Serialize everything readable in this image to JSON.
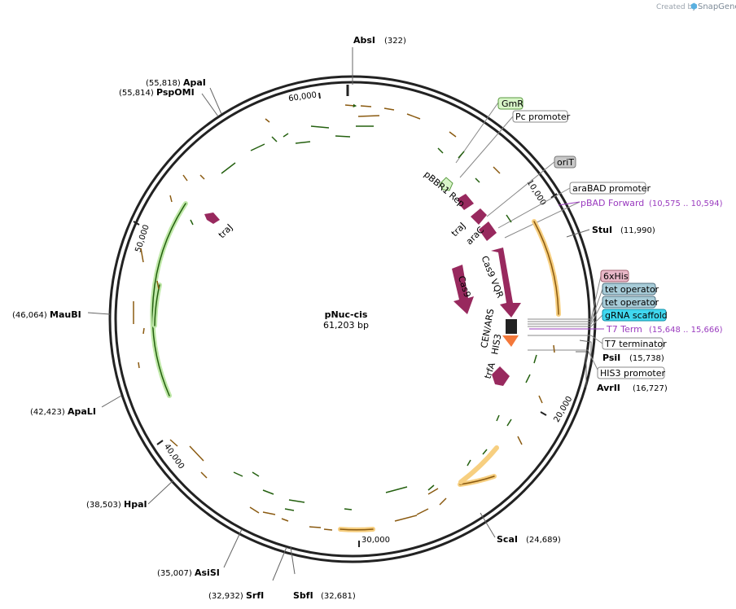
{
  "branding": {
    "created_by": "Created by",
    "product": "SnapGene"
  },
  "plasmid": {
    "name": "pNuc-cis",
    "length": "61,203 bp"
  },
  "colors": {
    "backbone": "#222222",
    "arrow_orange": "#f0a030",
    "arrow_orange_dark": "#8a5a10",
    "arrow_green": "#3da020",
    "arrow_green_dark": "#24600f",
    "feature_purple": "#98295e",
    "feature_orange": "#f4783a",
    "label_green": "#d8f5c8",
    "label_gray": "#c8c8c8",
    "label_pink": "#e8b8c8",
    "label_teal": "#a8ccd8",
    "label_cyan": "#40d8f0",
    "primer_purple": "#9a3bbf"
  },
  "scale_ticks": [
    {
      "text": "10,000"
    },
    {
      "text": "20,000"
    },
    {
      "text": "30,000"
    },
    {
      "text": "40,000"
    },
    {
      "text": "50,000"
    },
    {
      "text": "60,000"
    }
  ],
  "restriction_sites": [
    {
      "name": "AbsI",
      "position": "(322)"
    },
    {
      "name": "StuI",
      "position": "(11,990)"
    },
    {
      "name": "PsiI",
      "position": "(15,738)"
    },
    {
      "name": "AvrII",
      "position": "(16,727)"
    },
    {
      "name": "ScaI",
      "position": "(24,689)"
    },
    {
      "name": "SbfI",
      "position": "(32,681)"
    },
    {
      "name": "SrfI",
      "position": "(32,932)"
    },
    {
      "name": "AsiSI",
      "position": "(35,007)"
    },
    {
      "name": "HpaI",
      "position": "(38,503)"
    },
    {
      "name": "ApaLI",
      "position": "(42,423)"
    },
    {
      "name": "MauBI",
      "position": "(46,064)"
    },
    {
      "name": "ApaI",
      "position": "(55,818)"
    },
    {
      "name": "PspOMI",
      "position": "(55,814)"
    }
  ],
  "feature_callouts": [
    {
      "text": "GmR",
      "style": "green"
    },
    {
      "text": "Pc promoter",
      "style": "white"
    },
    {
      "text": "oriT",
      "style": "gray"
    },
    {
      "text": "araBAD promoter",
      "style": "white"
    },
    {
      "text": "6xHis",
      "style": "pink"
    },
    {
      "text": "tet operator",
      "style": "teal"
    },
    {
      "text": "tet operator",
      "style": "teal"
    },
    {
      "text": "gRNA scaffold",
      "style": "cyan"
    },
    {
      "text": "T7 terminator",
      "style": "white"
    },
    {
      "text": "HIS3 promoter",
      "style": "white"
    }
  ],
  "primers": [
    {
      "name": "pBAD Forward",
      "range": "(10,575 .. 10,594)"
    },
    {
      "name": "T7 Term",
      "range": "(15,648 .. 15,666)"
    }
  ],
  "inner_features": [
    {
      "text": "pBBR1 Rep"
    },
    {
      "text": "traJ"
    },
    {
      "text": "araC"
    },
    {
      "text": "traJ"
    },
    {
      "text": "Cas9 VQR"
    },
    {
      "text": "Cas9"
    },
    {
      "text": "CEN/ARS"
    },
    {
      "text": "HIS3"
    },
    {
      "text": "trfA"
    }
  ]
}
